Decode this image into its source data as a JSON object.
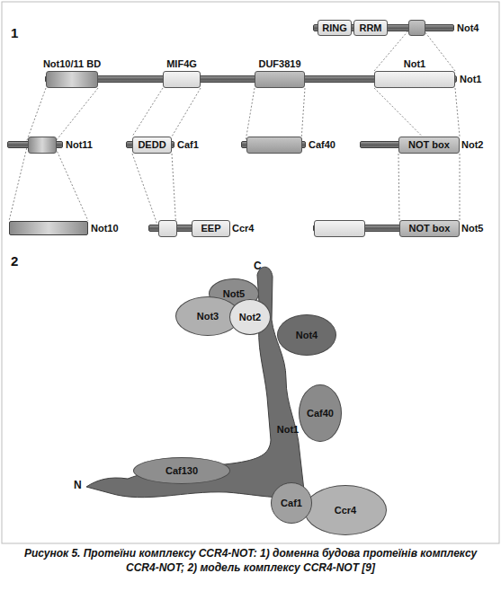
{
  "diagram": {
    "caption": "Рисунок 5. Протеїни комплексу CCR4-NOT: 1) доменна будова протеїнів комплексу CCR4-NOT; 2) модель комплексу CCR4-NOT [9]",
    "nodes": [
      {
        "text": [
          "Not4"
        ]
      },
      {
        "text": [
          "RING"
        ],
        "in": 0
      },
      {
        "text": [
          "RRM"
        ],
        "in": 0
      },
      {
        "text": [
          "Not1"
        ]
      },
      {
        "text": [
          "Not10/11 BD"
        ],
        "in": 3
      },
      {
        "text": [
          "MIF4G"
        ],
        "in": 3
      },
      {
        "text": [
          "DUF3819"
        ],
        "in": 3
      },
      {
        "text": [
          "Not1"
        ],
        "in": 3
      },
      {
        "text": [
          "Not11"
        ]
      },
      {
        "text": [
          "Caf1"
        ]
      },
      {
        "text": [
          "DEDD"
        ],
        "in": 9
      },
      {
        "text": [
          "Caf40"
        ]
      },
      {
        "text": [
          "Not2"
        ]
      },
      {
        "text": [
          "NOT box"
        ],
        "in": 12
      },
      {
        "text": [
          "Not10"
        ]
      },
      {
        "text": [
          "Ccr4"
        ]
      },
      {
        "text": [
          "EEP"
        ],
        "in": 15
      },
      {
        "text": [
          "Not5"
        ]
      },
      {
        "text": [
          "NOT box"
        ],
        "in": 17
      },
      {
        "text": [
          "Not5"
        ]
      },
      {
        "text": [
          "Not3"
        ]
      },
      {
        "text": [
          "Not2"
        ]
      },
      {
        "text": [
          "Not4"
        ]
      },
      {
        "text": [
          "Not1"
        ]
      },
      {
        "text": [
          "Caf40"
        ]
      },
      {
        "text": [
          "Caf130"
        ]
      },
      {
        "text": [
          "Caf1"
        ]
      },
      {
        "text": [
          "Ccr4"
        ]
      }
    ],
    "edges": [
      {
        "from": 4,
        "to": 8,
        "arrow": "none"
      },
      {
        "from": 8,
        "to": 14,
        "arrow": "none"
      },
      {
        "from": 5,
        "to": 10,
        "arrow": "none"
      },
      {
        "from": 10,
        "to": 15,
        "arrow": "none"
      },
      {
        "from": 6,
        "to": 11,
        "arrow": "none"
      },
      {
        "from": 7,
        "to": 0,
        "arrow": "none"
      },
      {
        "from": 7,
        "to": 13,
        "arrow": "none"
      },
      {
        "from": 13,
        "to": 18,
        "arrow": "none"
      }
    ],
    "labels": [
      "1",
      "2",
      "C",
      "N"
    ]
  }
}
